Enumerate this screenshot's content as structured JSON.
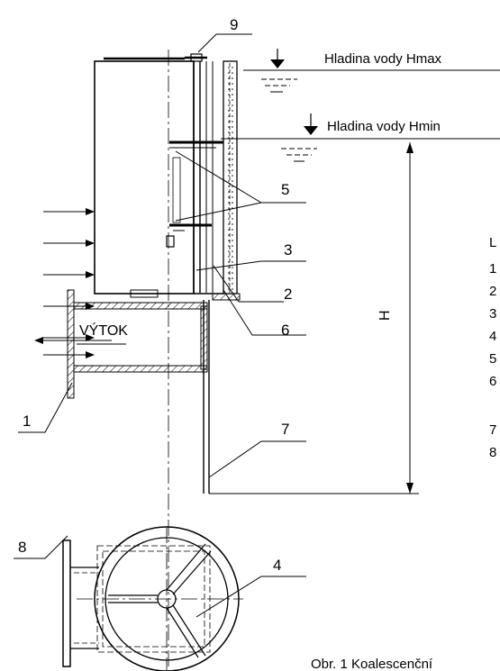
{
  "callouts": {
    "c1": "1",
    "c2": "2",
    "c3": "3",
    "c4": "4",
    "c5": "5",
    "c6": "6",
    "c7": "7",
    "c8": "8",
    "c9": "9"
  },
  "labels": {
    "hmax": "Hladina vody Hmax",
    "hmin": "Hladina vody Hmin",
    "outlet": "VÝTOK",
    "height": "H",
    "caption": "Obr. 1 Koalescenční"
  },
  "legend": {
    "heading": "L",
    "items": [
      "1",
      "2",
      "3",
      "4",
      "5",
      "6",
      "7",
      "8"
    ]
  }
}
